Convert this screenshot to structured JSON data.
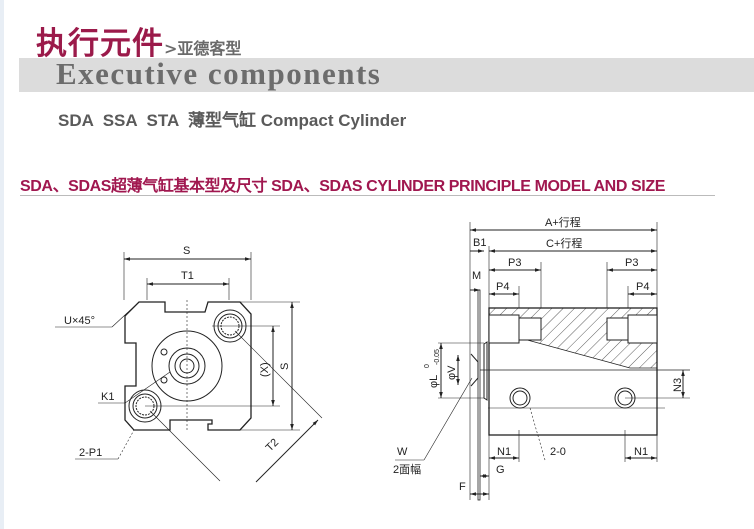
{
  "header": {
    "title_cn": "执行元件",
    "breadcrumb": ">亚德客型",
    "title_en": "Executive components"
  },
  "subtitle": "SDA  SSA  STA  薄型气缸 Compact Cylinder",
  "section_title": "SDA、SDAS超薄气缸基本型及尺寸 SDA、SDAS CYLINDER PRINCIPLE MODEL AND SIZE",
  "front_view": {
    "labels": {
      "s_top": "S",
      "t1": "T1",
      "chamfer": "U×45°",
      "k1": "K1",
      "ports": "2-P1",
      "x": "(X)",
      "s_side": "S",
      "t2": "T2"
    }
  },
  "side_view": {
    "labels": {
      "a": "A+行程",
      "c": "C+行程",
      "b1": "B1",
      "m": "M",
      "p3_left": "P3",
      "p3_right": "P3",
      "p4_left": "P4",
      "p4_right": "P4",
      "phi_l": "φL",
      "phi_l_tol_upper": "0",
      "phi_l_tol_lower": "-0.05",
      "phi_v": "φV",
      "n3": "N3",
      "n1_left": "N1",
      "n1_right": "N1",
      "holes": "2-0",
      "w": "W",
      "w_note": "2面幅",
      "g": "G",
      "f": "F"
    }
  }
}
